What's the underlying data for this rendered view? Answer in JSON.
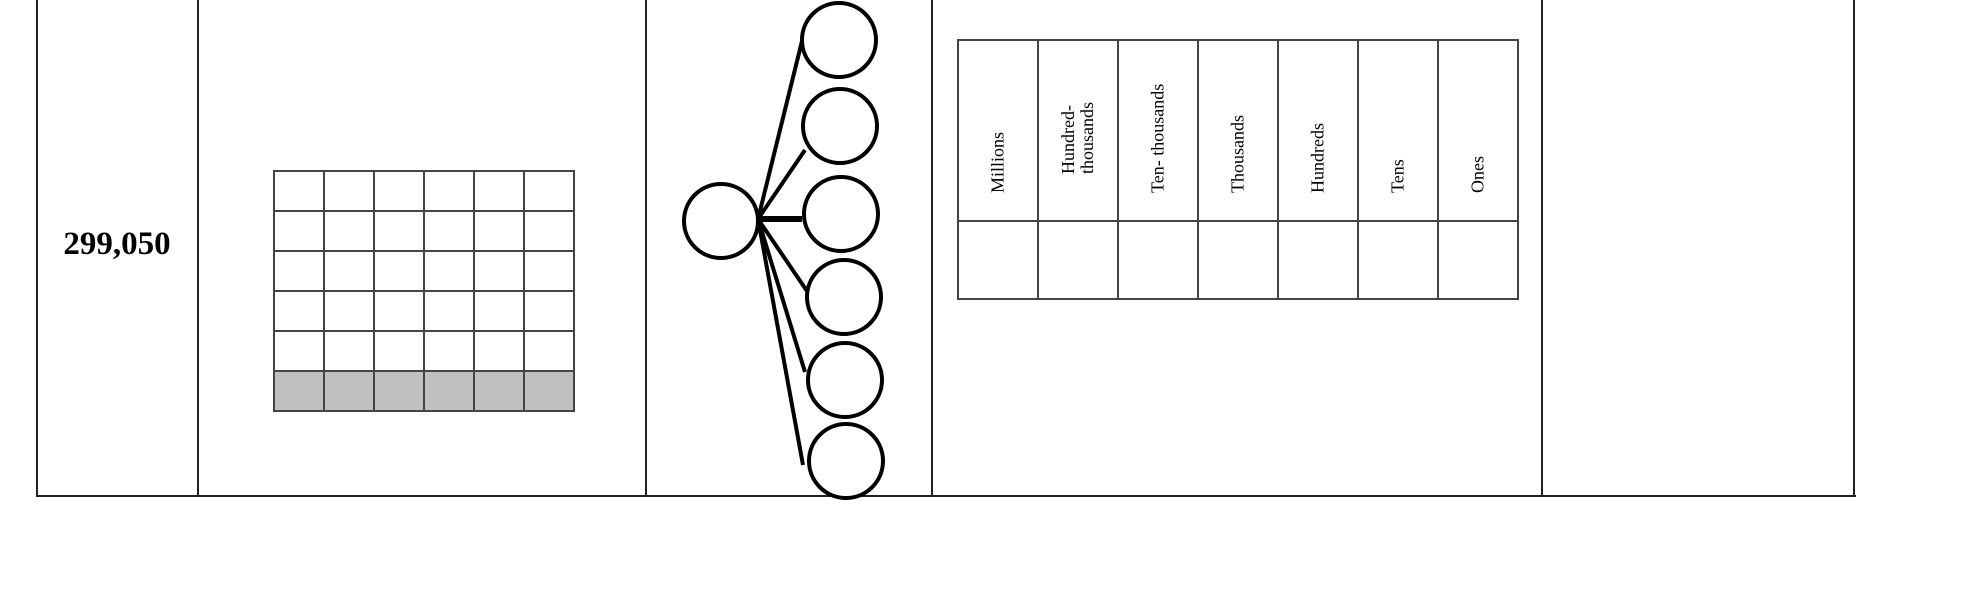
{
  "row": {
    "number": "299,050",
    "grid": {
      "rows": 6,
      "cols": 6,
      "shaded_rows": 1,
      "shade_color": "#c0c0c0"
    },
    "number_bond": {
      "parts": 6
    },
    "place_value_chart": {
      "headers": [
        "Millions",
        "Hundred-\nthousands",
        "Ten- thousands",
        "Thousands",
        "Hundreds",
        "Tens",
        "Ones"
      ],
      "values": [
        "",
        "",
        "",
        "",
        "",
        "",
        ""
      ]
    }
  }
}
